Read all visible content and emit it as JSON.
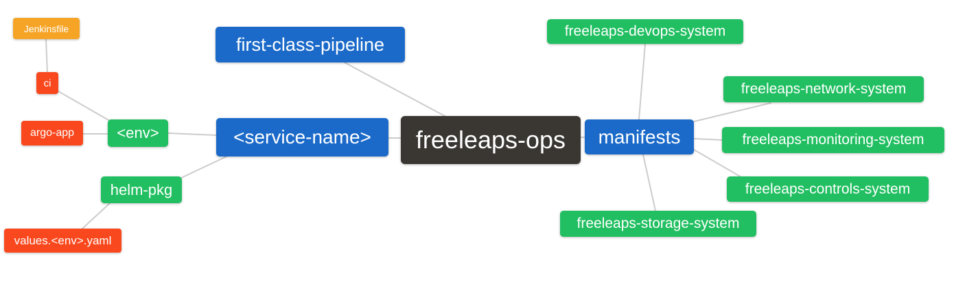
{
  "palette": {
    "blue": "#1B6AC9",
    "green": "#21BF61",
    "red": "#F9481D",
    "orange": "#F6A425",
    "dark": "#3A3733",
    "edge": "#CCCCCC",
    "text": "#FFFFFF"
  },
  "nodes": {
    "root": {
      "label": "freeleaps-ops"
    },
    "first_class_pipeline": {
      "label": "first-class-pipeline"
    },
    "service_name": {
      "label": "<service-name>"
    },
    "manifests": {
      "label": "manifests"
    },
    "env": {
      "label": "<env>"
    },
    "helm_pkg": {
      "label": "helm-pkg"
    },
    "ci": {
      "label": "ci"
    },
    "argo_app": {
      "label": "argo-app"
    },
    "jenkinsfile": {
      "label": "Jenkinsfile"
    },
    "values_env_yaml": {
      "label": "values.<env>.yaml"
    },
    "devops_system": {
      "label": "freeleaps-devops-system"
    },
    "network_system": {
      "label": "freeleaps-network-system"
    },
    "monitoring_system": {
      "label": "freeleaps-monitoring-system"
    },
    "controls_system": {
      "label": "freeleaps-controls-system"
    },
    "storage_system": {
      "label": "freeleaps-storage-system"
    }
  },
  "edges": [
    {
      "from": "jenkinsfile",
      "to": "ci"
    },
    {
      "from": "ci",
      "to": "env"
    },
    {
      "from": "argo_app",
      "to": "env"
    },
    {
      "from": "env",
      "to": "service_name"
    },
    {
      "from": "service_name",
      "to": "helm_pkg"
    },
    {
      "from": "helm_pkg",
      "to": "values_env_yaml"
    },
    {
      "from": "first_class_pipeline",
      "to": "root"
    },
    {
      "from": "service_name",
      "to": "root"
    },
    {
      "from": "root",
      "to": "manifests"
    },
    {
      "from": "manifests",
      "to": "devops_system"
    },
    {
      "from": "manifests",
      "to": "network_system"
    },
    {
      "from": "manifests",
      "to": "monitoring_system"
    },
    {
      "from": "manifests",
      "to": "controls_system"
    },
    {
      "from": "manifests",
      "to": "storage_system"
    }
  ]
}
